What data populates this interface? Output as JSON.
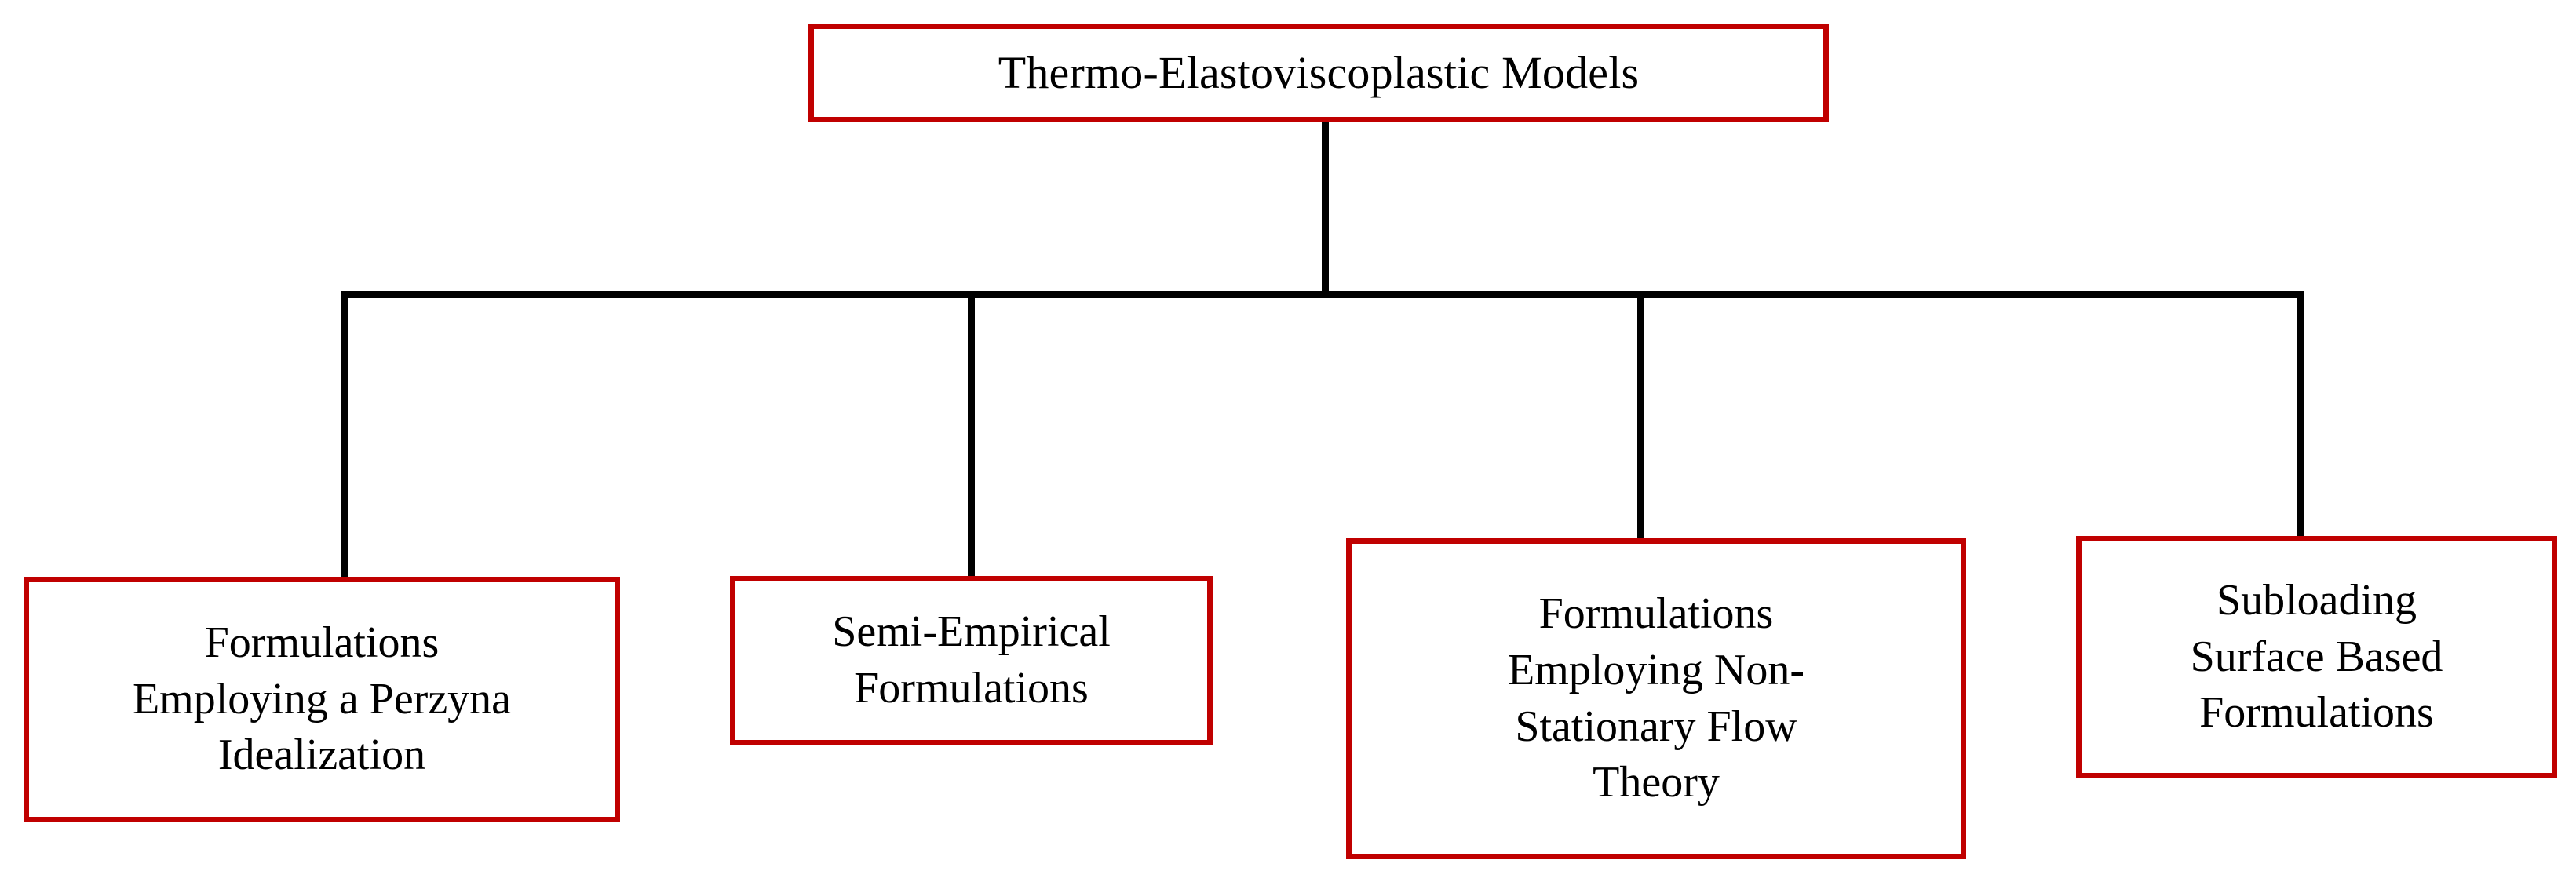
{
  "diagram": {
    "type": "tree-hierarchy",
    "title": "Thermo-Elastoviscoplastic Models",
    "orientation": "top-down",
    "colors": {
      "box_border": "#C00000",
      "box_fill": "#FFFFFF",
      "connector": "#000000",
      "text": "#000000",
      "background": "#FFFFFF"
    },
    "root": {
      "label": "Thermo-Elastoviscoplastic Models"
    },
    "children": [
      {
        "label": "Formulations\nEmploying a Perzyna\nIdealization",
        "lines": [
          "Formulations",
          "Employing a Perzyna",
          "Idealization"
        ]
      },
      {
        "label": "Semi-Empirical\nFormulations",
        "lines": [
          "Semi-Empirical",
          "Formulations"
        ]
      },
      {
        "label": "Formulations\nEmploying Non-\nStationary Flow\nTheory",
        "lines": [
          "Formulations",
          "Employing Non-",
          "Stationary Flow",
          "Theory"
        ]
      },
      {
        "label": "Subloading\nSurface Based\nFormulations",
        "lines": [
          "Subloading",
          "Surface Based",
          "Formulations"
        ]
      }
    ]
  }
}
